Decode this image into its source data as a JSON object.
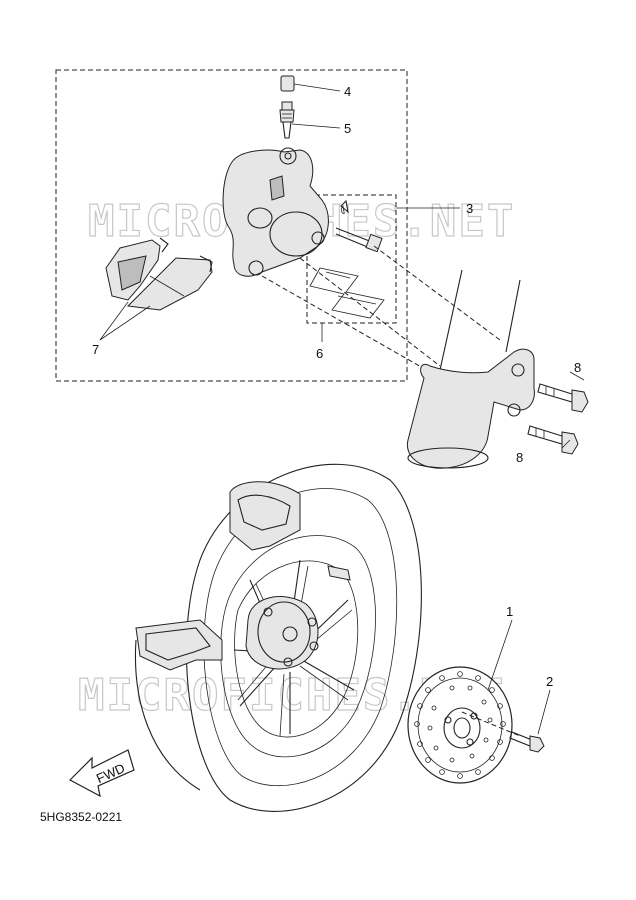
{
  "watermark": "MICROFICHES.NET",
  "diagram_code": "5HG8352-0221",
  "callouts": {
    "c1": "1",
    "c2": "2",
    "c3": "3",
    "c4": "4",
    "c5": "5",
    "c6": "6",
    "c7": "7",
    "c8a": "8",
    "c8b": "8"
  },
  "fwd_label": "FWD"
}
